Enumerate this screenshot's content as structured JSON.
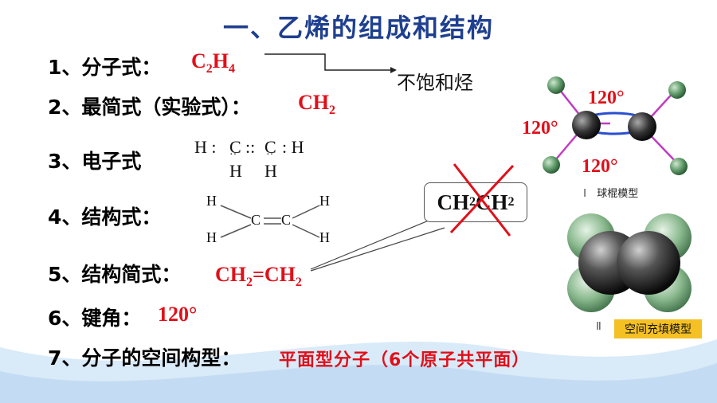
{
  "title": "一、乙烯的组成和结构",
  "items": [
    {
      "label": "1、分子式："
    },
    {
      "label": "2、最简式（实验式）："
    },
    {
      "label": "3、电子式"
    },
    {
      "label": "4、结构式："
    },
    {
      "label": "5、结构简式："
    },
    {
      "label": "6、键角："
    },
    {
      "label": "7、分子的空间构型："
    }
  ],
  "molecular_formula": {
    "base": "C",
    "n1": "2",
    "mid": "H",
    "n2": "4"
  },
  "simplest_formula": {
    "base": "CH",
    "n": "2"
  },
  "unsaturated_note": "不饱和烃",
  "condensed_formula": {
    "a": "CH",
    "n1": "2",
    "eq": "=CH",
    "n2": "2"
  },
  "crossed_formula": {
    "a": "CH",
    "n1": "2",
    "b": "CH",
    "n2": "2"
  },
  "bond_angle": "120°",
  "shape": "平面型分子（6个原子共平面）",
  "electron_formula": {
    "top_left": "H :",
    "c1": "C",
    "dbl": "::",
    "c2": "C",
    "top_right": ": H",
    "below1": "H",
    "below2": "H"
  },
  "structural_formula": {
    "h": "H",
    "c": "C"
  },
  "model_angles": [
    "120°",
    "120°",
    "120°"
  ],
  "ball_stick_caption": {
    "roman": "Ⅰ",
    "text": "球棍模型"
  },
  "space_fill_caption": {
    "roman": "Ⅱ",
    "text": "空间充填模型"
  },
  "colors": {
    "title": "#1f3f8f",
    "accent": "#e0101a",
    "caption_bg": "#f4c024",
    "wave": "#cfe4f7"
  }
}
